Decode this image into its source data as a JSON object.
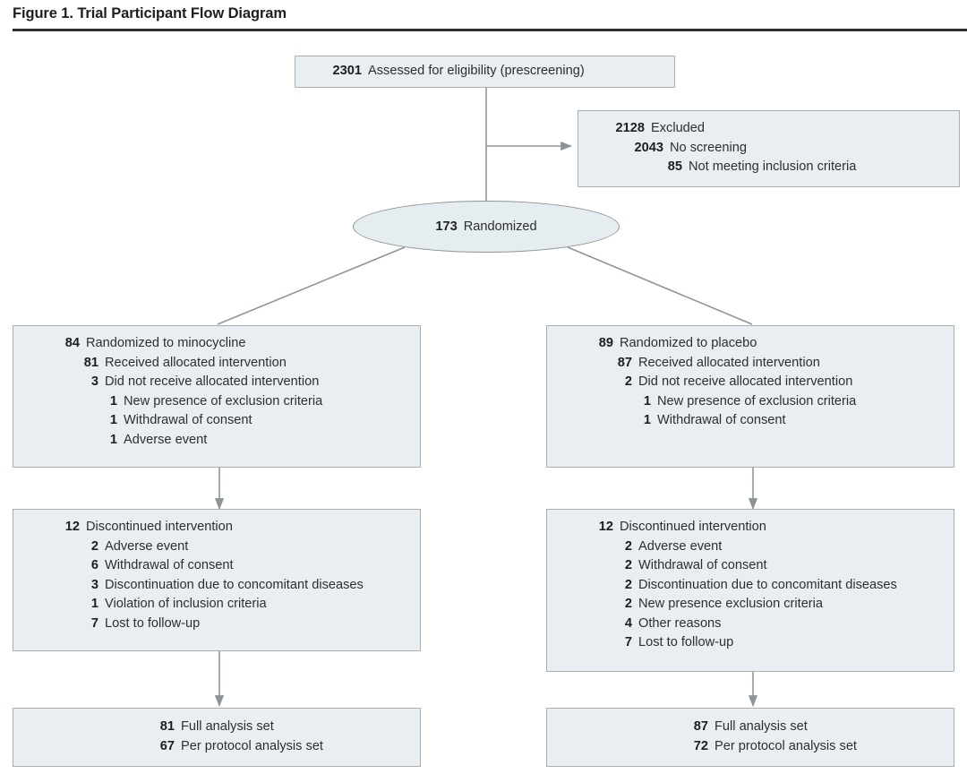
{
  "figure": {
    "title": "Figure 1. Trial Participant Flow Diagram",
    "accent_rule_color": "#2b2f33",
    "node_fill": "#e8eef1",
    "node_border": "#a8aeb3",
    "connector_color": "#8d9499"
  },
  "nodes": {
    "assessed": {
      "name": "assessed-for-eligibility",
      "lines": [
        {
          "num": "2301",
          "text": "Assessed for eligibility (prescreening)",
          "indent": 0
        }
      ]
    },
    "excluded": {
      "name": "excluded",
      "lines": [
        {
          "num": "2128",
          "text": "Excluded",
          "indent": 0
        },
        {
          "num": "2043",
          "text": "No screening",
          "indent": 1
        },
        {
          "num": "85",
          "text": "Not meeting inclusion criteria",
          "indent": 2
        }
      ]
    },
    "randomized": {
      "name": "randomized",
      "num": "173",
      "text": "Randomized"
    },
    "allocation_minocycline": {
      "name": "allocation-minocycline",
      "lines": [
        {
          "num": "84",
          "text": "Randomized to minocycline",
          "indent": 0
        },
        {
          "num": "81",
          "text": "Received allocated intervention",
          "indent": 1
        },
        {
          "num": "3",
          "text": "Did not receive allocated intervention",
          "indent": 1
        },
        {
          "num": "1",
          "text": "New presence of exclusion criteria",
          "indent": 2
        },
        {
          "num": "1",
          "text": "Withdrawal of consent",
          "indent": 2
        },
        {
          "num": "1",
          "text": "Adverse event",
          "indent": 2
        }
      ]
    },
    "allocation_placebo": {
      "name": "allocation-placebo",
      "lines": [
        {
          "num": "89",
          "text": "Randomized to placebo",
          "indent": 0
        },
        {
          "num": "87",
          "text": "Received allocated intervention",
          "indent": 1
        },
        {
          "num": "2",
          "text": "Did not receive allocated intervention",
          "indent": 1
        },
        {
          "num": "1",
          "text": "New presence of exclusion criteria",
          "indent": 2
        },
        {
          "num": "1",
          "text": "Withdrawal of consent",
          "indent": 2
        }
      ]
    },
    "followup_minocycline": {
      "name": "followup-minocycline",
      "lines": [
        {
          "num": "12",
          "text": "Discontinued intervention",
          "indent": 0
        },
        {
          "num": "2",
          "text": "Adverse event",
          "indent": 1
        },
        {
          "num": "6",
          "text": "Withdrawal of consent",
          "indent": 1
        },
        {
          "num": "3",
          "text": "Discontinuation due to concomitant diseases",
          "indent": 1
        },
        {
          "num": "1",
          "text": "Violation of inclusion criteria",
          "indent": 1
        },
        {
          "num": "7",
          "text": "Lost to follow-up",
          "indent": 1
        }
      ]
    },
    "followup_placebo": {
      "name": "followup-placebo",
      "lines": [
        {
          "num": "12",
          "text": "Discontinued intervention",
          "indent": 0
        },
        {
          "num": "2",
          "text": "Adverse event",
          "indent": 1
        },
        {
          "num": "2",
          "text": "Withdrawal of consent",
          "indent": 1
        },
        {
          "num": "2",
          "text": "Discontinuation due to concomitant diseases",
          "indent": 1
        },
        {
          "num": "2",
          "text": "New presence exclusion criteria",
          "indent": 1
        },
        {
          "num": "4",
          "text": "Other reasons",
          "indent": 1
        },
        {
          "num": "7",
          "text": "Lost to follow-up",
          "indent": 1
        }
      ]
    },
    "analysis_minocycline": {
      "name": "analysis-minocycline",
      "lines": [
        {
          "num": "81",
          "text": "Full analysis set",
          "indent": 0
        },
        {
          "num": "67",
          "text": "Per protocol analysis set",
          "indent": 0
        }
      ]
    },
    "analysis_placebo": {
      "name": "analysis-placebo",
      "lines": [
        {
          "num": "87",
          "text": "Full analysis set",
          "indent": 0
        },
        {
          "num": "72",
          "text": "Per protocol analysis set",
          "indent": 0
        }
      ]
    }
  }
}
